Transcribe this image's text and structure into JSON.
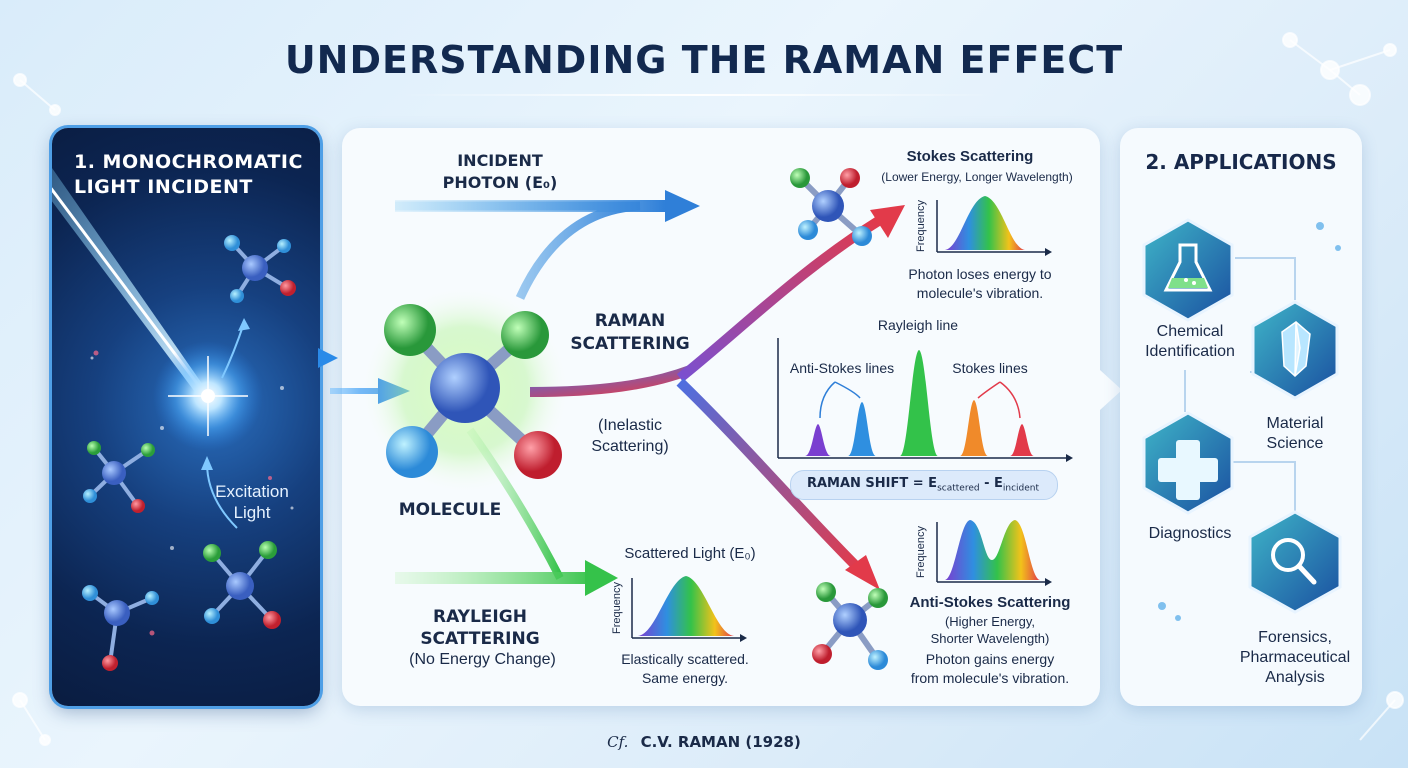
{
  "title": "UNDERSTANDING THE RAMAN EFFECT",
  "left": {
    "heading": "1. MONOCHROMATIC LIGHT INCIDENT",
    "excitation_label": "Excitation\nLight"
  },
  "center": {
    "incident_label": "INCIDENT\nPHOTON (E₀)",
    "molecule_label": "MOLECULE",
    "raman_label": "RAMAN\nSCATTERING",
    "inelastic_label": "(Inelastic\nScattering)",
    "rayleigh_label": "RAYLEIGH\nSCATTERING",
    "rayleigh_sub": "(No Energy Change)",
    "scattered_title": "Scattered Light (E₀)",
    "scattered_desc": "Elastically scattered.\nSame energy.",
    "stokes_title": "Stokes Scattering",
    "stokes_sub": "(Lower Energy, Longer Wavelength)",
    "stokes_desc": "Photon loses energy to\nmolecule's vibration.",
    "rayleigh_line": "Rayleigh line",
    "anti_stokes_lines": "Anti-Stokes lines",
    "stokes_lines": "Stokes lines",
    "raman_shift": "RAMAN SHIFT = E",
    "shift_sub_scattered": "scattered",
    "shift_minus": " - E",
    "shift_sub_incident": "incident",
    "anti_title": "Anti-Stokes Scattering",
    "anti_sub": "(Higher Energy,\nShorter Wavelength)",
    "anti_desc": "Photon gains energy\nfrom molecule's vibration.",
    "frequency_axis": "Frequency"
  },
  "applications": {
    "heading": "2. APPLICATIONS",
    "items": [
      {
        "label": "Chemical\nIdentification",
        "icon": "flask-icon"
      },
      {
        "label": "Material\nScience",
        "icon": "crystal-icon"
      },
      {
        "label": "Diagnostics",
        "icon": "medical-cross-icon"
      },
      {
        "label": "Forensics,\nPharmaceutical\nAnalysis",
        "icon": "magnifier-icon"
      }
    ]
  },
  "footer": {
    "signature": "Cf.",
    "credit": "C.V. RAMAN (1928)"
  },
  "colors": {
    "title": "#12294f",
    "panel_dark": "#0c2552",
    "accent_blue": "#2f8fe0",
    "green": "#33c24a",
    "red": "#e23a4a",
    "purple": "#7a4fd0"
  }
}
